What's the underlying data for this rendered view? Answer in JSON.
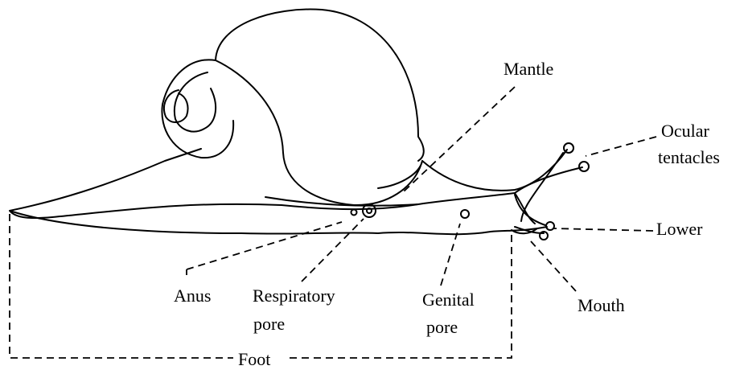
{
  "labels": {
    "mantle": "Mantle",
    "ocular_line1": "Ocular",
    "ocular_line2": "tentacles",
    "lower": "Lower",
    "mouth": "Mouth",
    "anus": "Anus",
    "respiratory_line1": "Respiratory",
    "respiratory_line2": "pore",
    "genital_line1": "Genital",
    "genital_line2": "pore",
    "foot": "Foot"
  }
}
